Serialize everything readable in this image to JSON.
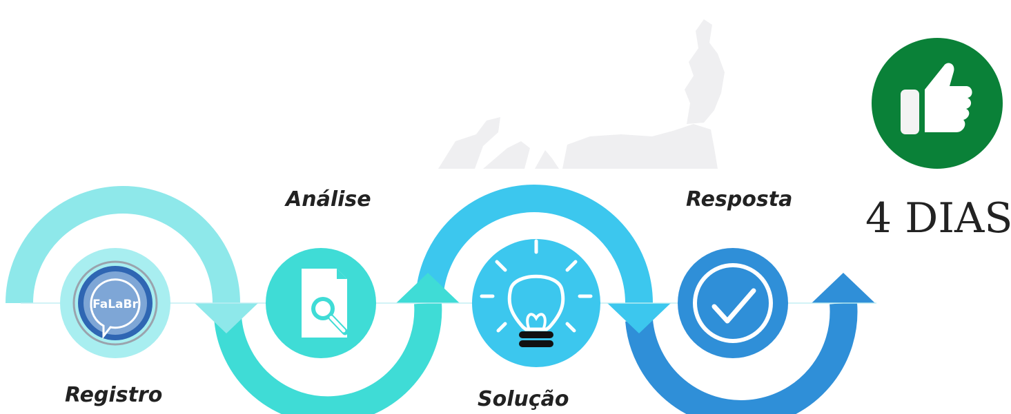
{
  "steps": [
    {
      "label": "Registro",
      "icon": "falabr-logo-icon",
      "logo_text": "FaLaBr"
    },
    {
      "label": "Análise",
      "icon": "document-search-icon"
    },
    {
      "label": "Solução",
      "icon": "lightbulb-icon"
    },
    {
      "label": "Resposta",
      "icon": "checkmark-circle-icon"
    }
  ],
  "result": {
    "text": "4 DIAS",
    "icon": "thumbs-up-icon"
  },
  "colors": {
    "arc_registro": "#8ee8ea",
    "arc_analise": "#3fdcd6",
    "arc_solucao": "#3cc7ee",
    "arc_resposta": "#2f8fd8",
    "circle_registro": "#a8eef0",
    "circle_analise": "#3fdcd6",
    "circle_solucao": "#3cc7ee",
    "circle_resposta": "#2f8fd8",
    "thumbs_badge": "#0a8138",
    "map_silhouette": "#efeff1"
  }
}
